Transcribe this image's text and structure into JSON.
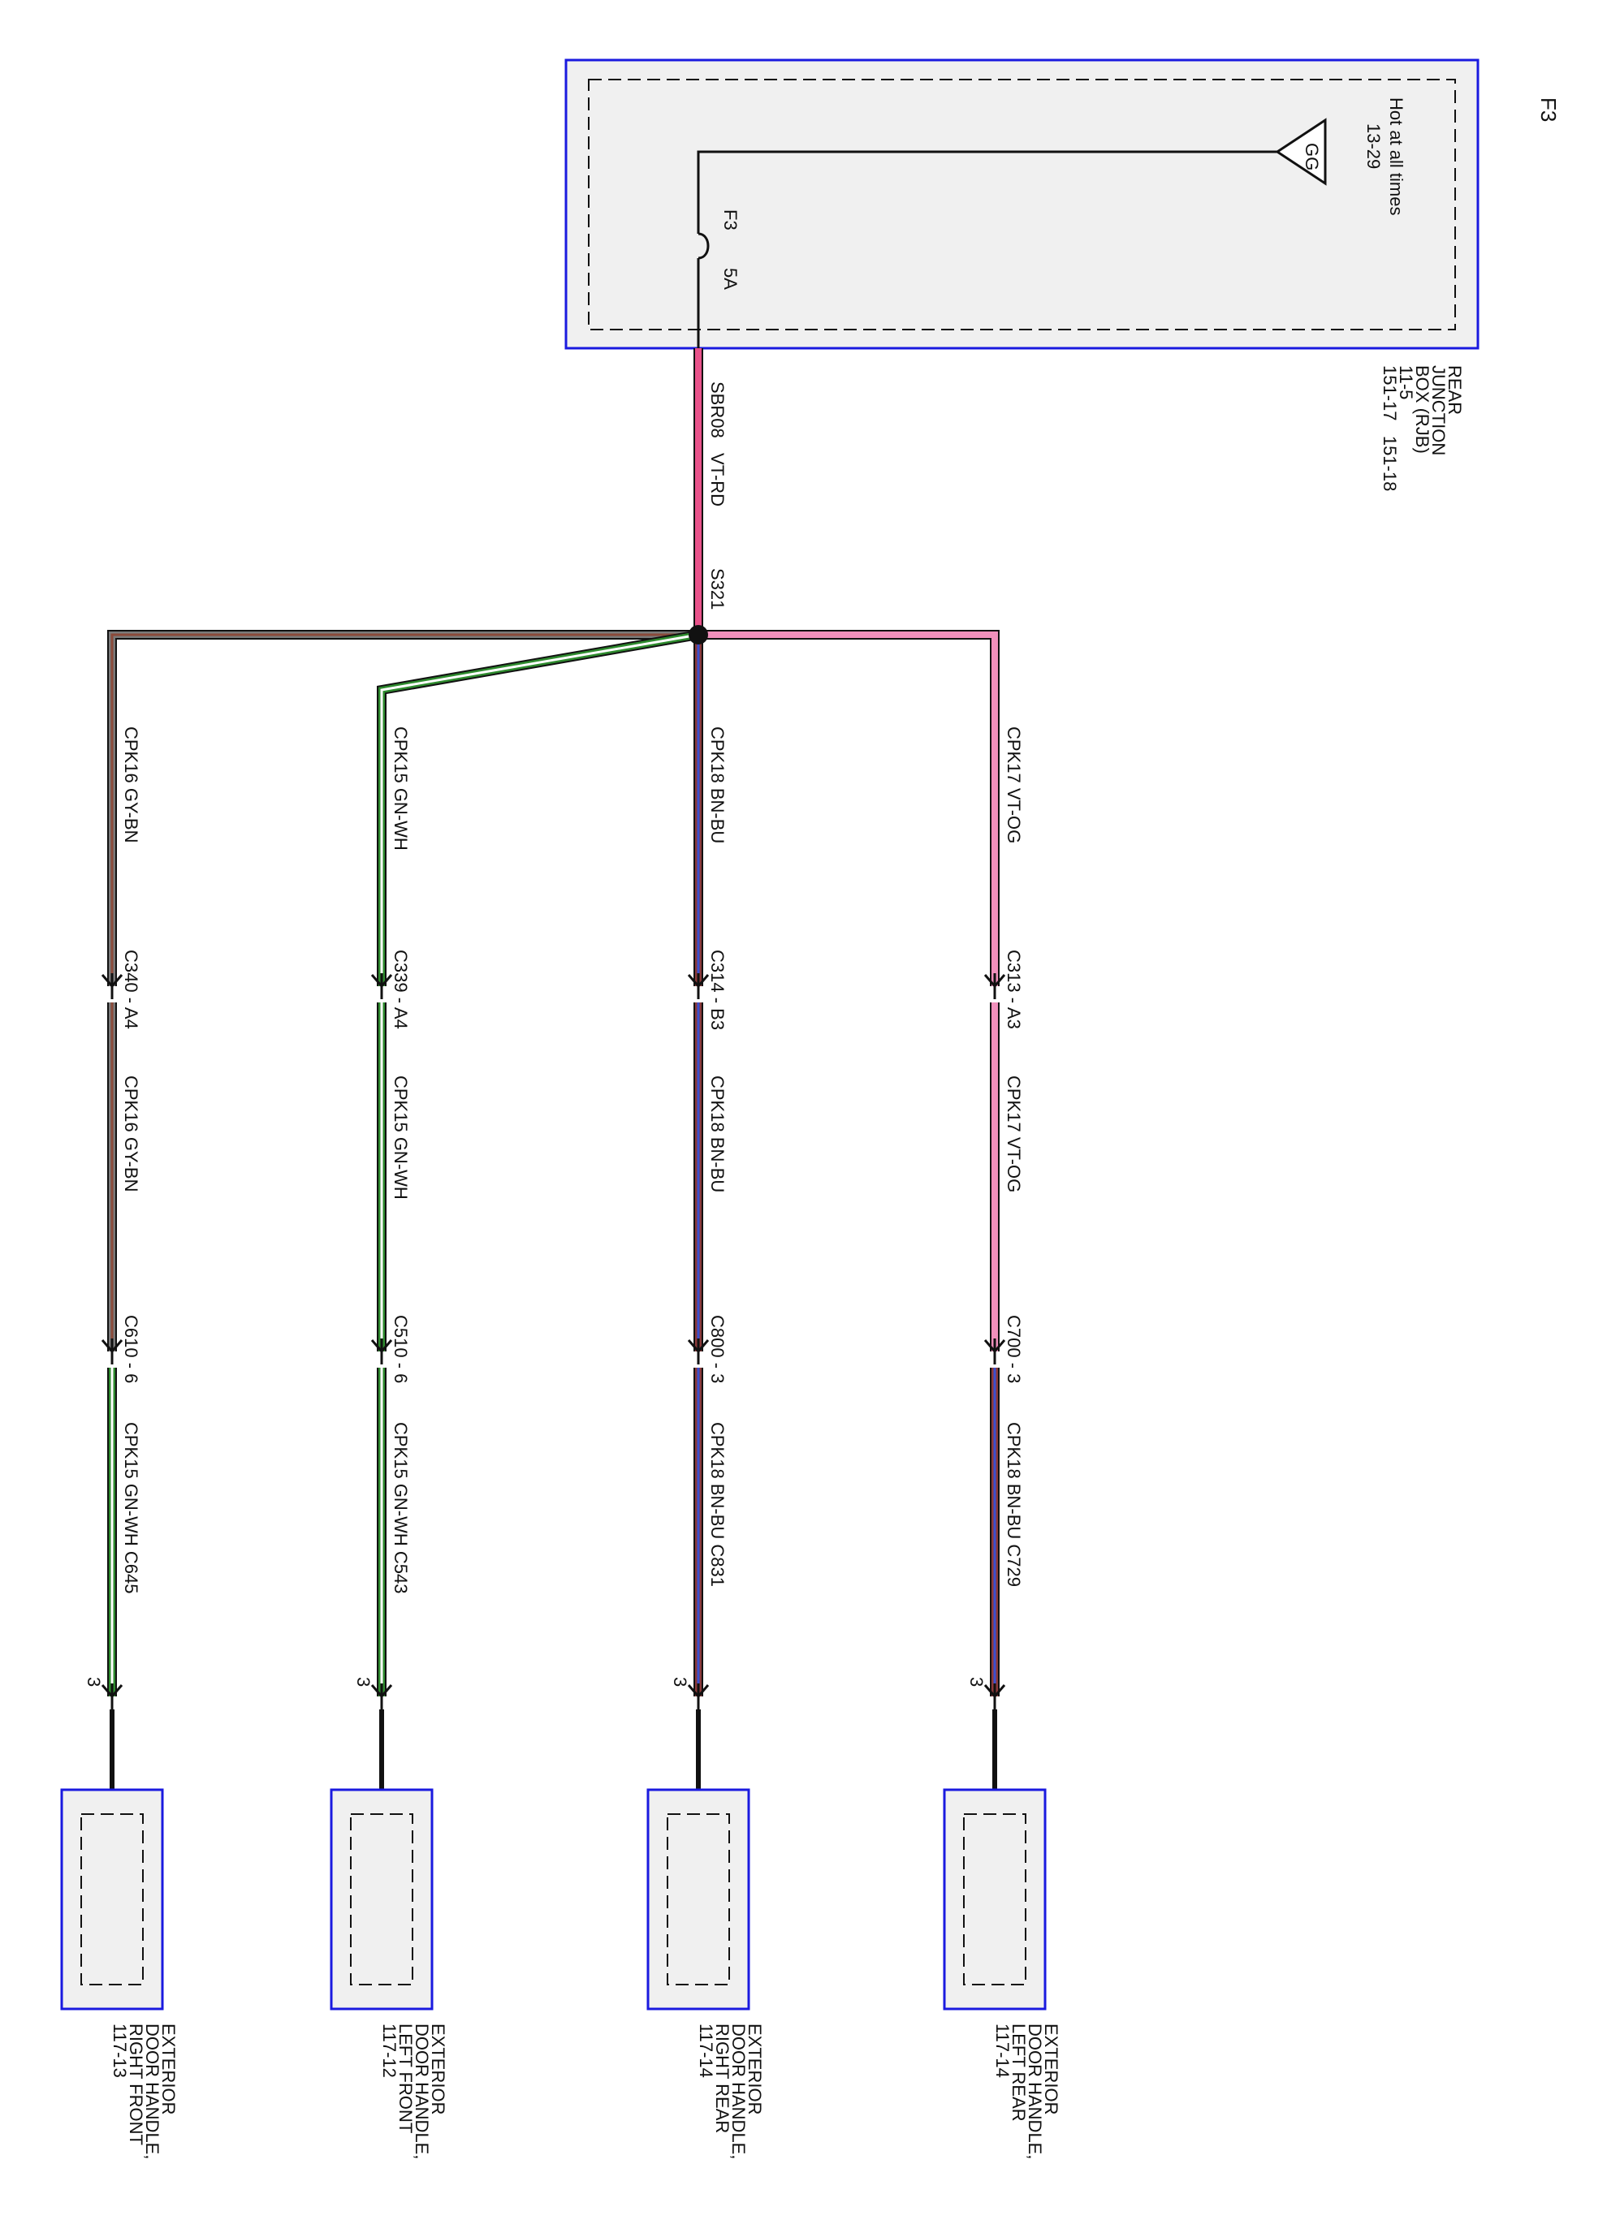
{
  "page_title": "F3",
  "rjb": {
    "title_lines": [
      "REAR",
      "JUNCTION",
      "BOX (RJB)",
      "11-5",
      "151-17   151-18"
    ],
    "hot_lines": [
      "Hot at all times",
      "13-29"
    ],
    "gg_label": "GG",
    "fuse_id": "F3",
    "fuse_rating": "5A"
  },
  "feed": {
    "label": "SBR08   VT-RD",
    "splice": "S321",
    "colors": [
      "#e8528a",
      "#e8528a"
    ]
  },
  "branches": [
    {
      "id": "right-front",
      "seg1": {
        "label": "CPK16   GY-BN",
        "colors": [
          "#7a7a7a",
          "#8b4a3a"
        ]
      },
      "conn1": "C340   - A4",
      "seg2": {
        "label": "CPK16   GY-BN",
        "colors": [
          "#7a7a7a",
          "#8b4a3a"
        ]
      },
      "conn2": "C610  -  6",
      "seg3": {
        "label": "CPK15   GN-WH   C645",
        "colors": [
          "#2e8b2e",
          "#ffffff"
        ]
      },
      "pin": "3",
      "component": [
        "EXTERIOR",
        "DOOR HANDLE,",
        "RIGHT FRONT",
        "117-13"
      ]
    },
    {
      "id": "left-front",
      "seg1": {
        "label": "CPK15   GN-WH",
        "colors": [
          "#2e8b2e",
          "#ffffff"
        ]
      },
      "conn1": "C339   - A4",
      "seg2": {
        "label": "CPK15   GN-WH",
        "colors": [
          "#2e8b2e",
          "#ffffff"
        ]
      },
      "conn2": "C510  -  6",
      "seg3": {
        "label": "CPK15   GN-WH   C543",
        "colors": [
          "#2e8b2e",
          "#ffffff"
        ]
      },
      "pin": "3",
      "component": [
        "EXTERIOR",
        "DOOR HANDLE,",
        "LEFT FRONT",
        "117-12"
      ]
    },
    {
      "id": "right-rear",
      "seg1": {
        "label": "CPK18   BN-BU",
        "colors": [
          "#8b3a3a",
          "#3a4fd0"
        ]
      },
      "conn1": "C314   - B3",
      "seg2": {
        "label": "CPK18   BN-BU",
        "colors": [
          "#8b3a3a",
          "#3a4fd0"
        ]
      },
      "conn2": "C800  -  3",
      "seg3": {
        "label": "CPK18   BN-BU   C831",
        "colors": [
          "#8b3a3a",
          "#3a4fd0"
        ]
      },
      "pin": "3",
      "component": [
        "EXTERIOR",
        "DOOR HANDLE,",
        "RIGHT REAR",
        "117-14"
      ]
    },
    {
      "id": "left-rear",
      "seg1": {
        "label": "CPK17   VT-OG",
        "colors": [
          "#f090bb",
          "#f090bb"
        ]
      },
      "conn1": "C313   - A3",
      "seg2": {
        "label": "CPK17   VT-OG",
        "colors": [
          "#f090bb",
          "#f090bb"
        ]
      },
      "conn2": "C700  -  3",
      "seg3": {
        "label": "CPK18   BN-BU   C729",
        "colors": [
          "#8b3a3a",
          "#3a4fd0"
        ]
      },
      "pin": "3",
      "component": [
        "EXTERIOR",
        "DOOR HANDLE,",
        "LEFT REAR",
        "117-14"
      ]
    }
  ],
  "colors": {
    "box_border": "#1a1adf",
    "box_fill": "#f0f0f0",
    "wire_black": "#111111"
  }
}
